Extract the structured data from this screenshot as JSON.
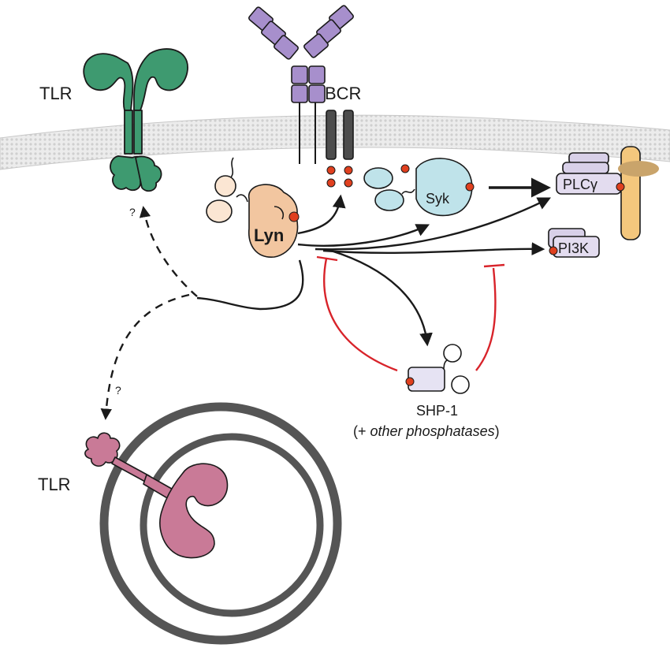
{
  "labels": {
    "tlr_surface": "TLR",
    "bcr": "BCR",
    "lyn": "Lyn",
    "syk": "Syk",
    "plcg": "PLCγ",
    "pi3k": "PI3K",
    "shp1": "SHP-1",
    "phosphatases_open": "(+ ",
    "phosphatases_italic": "other phosphatases",
    "phosphatases_close": ")",
    "tlr_endosome": "TLR",
    "question_upper": "?",
    "question_lower": "?"
  },
  "colors": {
    "tlr_surface": "#3e9a70",
    "tlr_endosome": "#c97a97",
    "bcr_ig": "#a78fcc",
    "membrane": "#d9d9d9",
    "lyn": "#f2c6a0",
    "syk": "#bfe3ea",
    "plc": "#e3dcef",
    "pi3k": "#e3dcef",
    "shp1": "#e6e3f3",
    "phospho": "#e0401f",
    "inhibition": "#d8232a",
    "anchor": "#f4c77d"
  }
}
